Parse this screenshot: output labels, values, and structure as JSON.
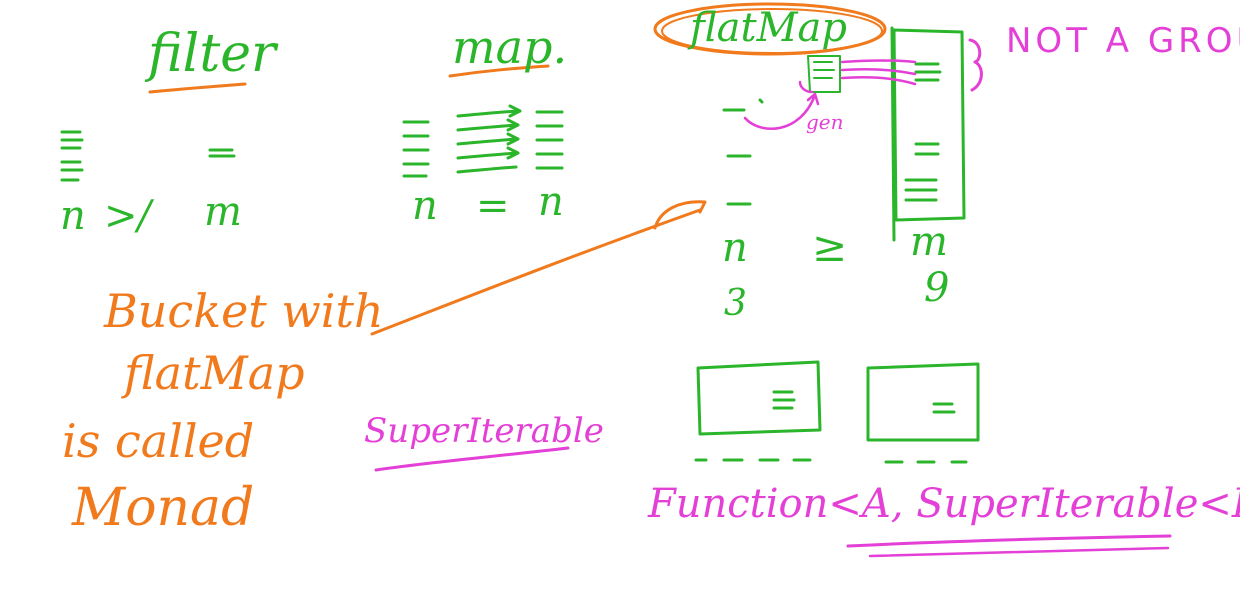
{
  "labels": {
    "filter": "filter",
    "map": "map.",
    "flatmap": "flatMap",
    "not_a_group": "NOT A GROUP",
    "filter_n": "n",
    "filter_gt": ">/",
    "filter_m": "m",
    "map_n1": "n",
    "map_eq": "=",
    "map_n2": "n",
    "flat_n": "n",
    "flat_eq": "≥",
    "flat_m": "m",
    "flat_3": "3",
    "flat_9": "9",
    "gen": "gen",
    "bucket_line1": "Bucket with",
    "bucket_line2": "flatMap",
    "bucket_line3": "is called",
    "bucket_line4": "Monad",
    "superiterable": "SuperIterable",
    "function_sig": "Function<A, SuperIterable<B>>"
  },
  "colors": {
    "green": "#2bb52b",
    "orange": "#f07a1c",
    "magenta": "#e43fd6"
  }
}
